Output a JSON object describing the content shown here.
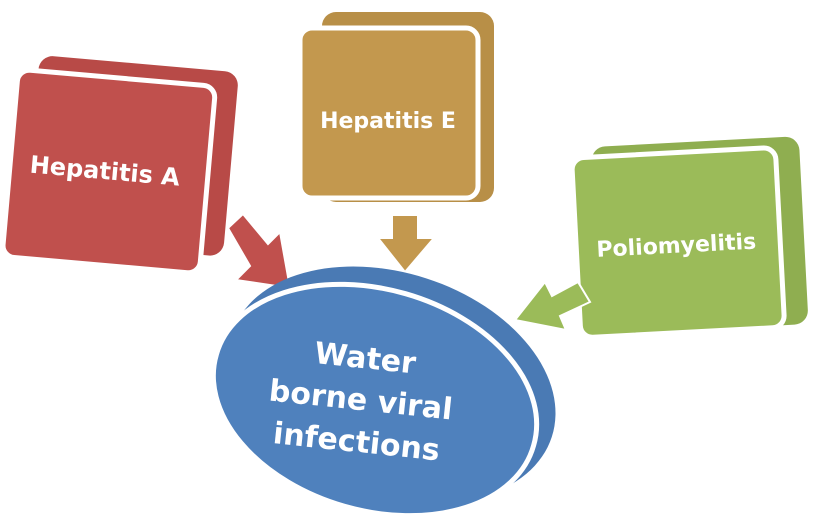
{
  "nodes": [
    {
      "id": "hep-a",
      "label": "Hepatitis A",
      "color": "#c0504d"
    },
    {
      "id": "hep-e",
      "label": "Hepatitis E",
      "color": "#c3984e"
    },
    {
      "id": "polio",
      "label": "Poliomyelitis",
      "color": "#9bbb59"
    }
  ],
  "center": {
    "lines": [
      "Water",
      "borne viral",
      "infections"
    ],
    "color": "#4f81bd"
  }
}
